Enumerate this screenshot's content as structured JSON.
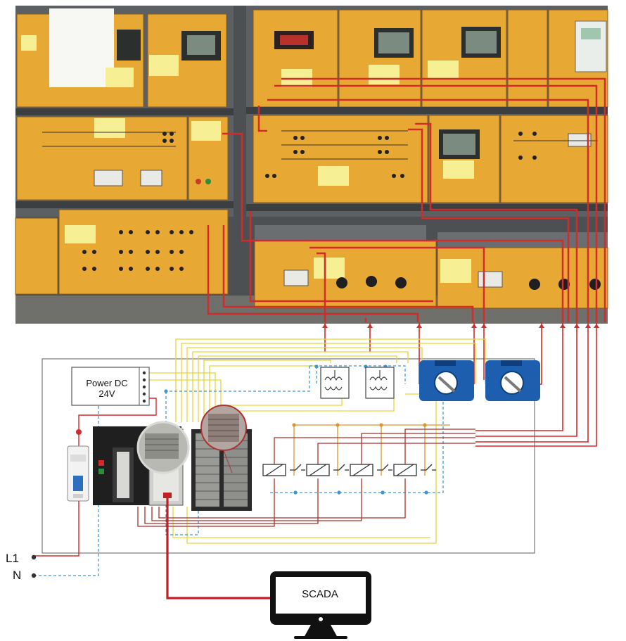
{
  "labels": {
    "power_line1": "Power DC",
    "power_line2": "24V",
    "phase": "L1",
    "neutral": "N",
    "scada": "SCADA"
  },
  "colors": {
    "panel_orange": "#e6a532",
    "rack_gray": "#5b5e60",
    "wire_red": "#d42a2a",
    "wire_dark_red": "#a8332d",
    "wire_yellow": "#e8d63a",
    "wire_blue_dashed": "#3f97cf",
    "wire_orange": "#d9962a",
    "sticky_note": "#f6ef93",
    "plc_black": "#1f1f1f"
  }
}
